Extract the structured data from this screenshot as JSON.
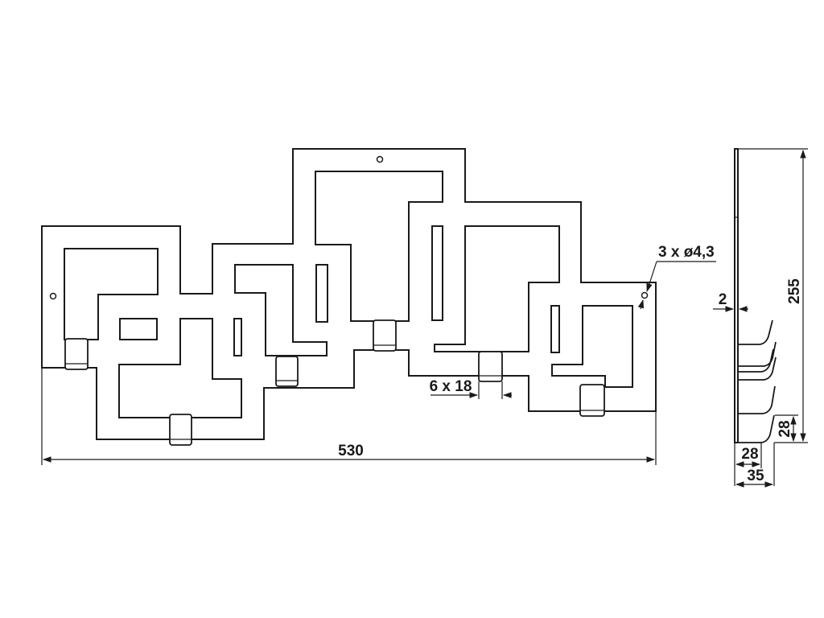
{
  "diagram": {
    "dimensions": {
      "overall_width": "530",
      "side_height": "255",
      "holes": "3 x ø4,3",
      "slots": "6 x 18",
      "thickness": "2",
      "hook_height": "28",
      "hook_depth_inner": "28",
      "hook_depth_outer": "35"
    },
    "colors": {
      "line": "#1a1a1a",
      "background": "#ffffff"
    }
  }
}
